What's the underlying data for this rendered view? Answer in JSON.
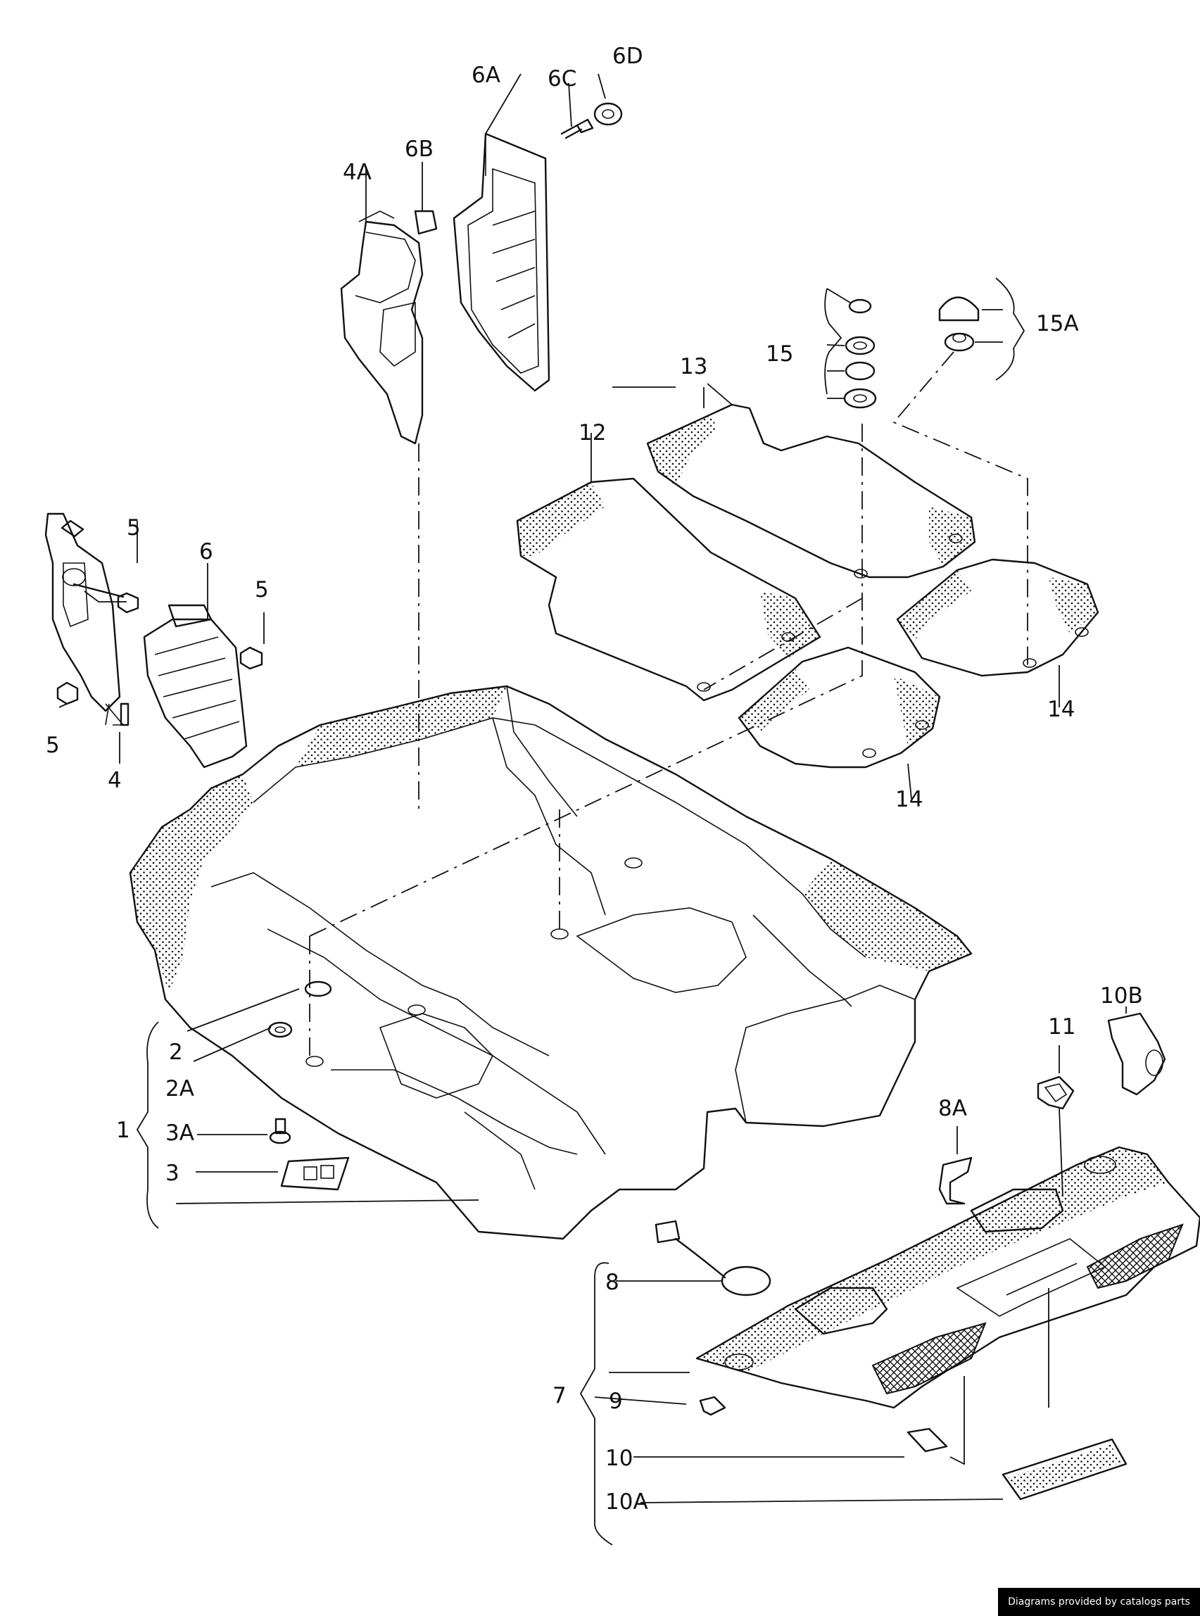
{
  "labels": {
    "l1": "1",
    "l2": "2",
    "l2A": "2A",
    "l3": "3",
    "l3A": "3A",
    "l4": "4",
    "l4A": "4A",
    "l5a": "5",
    "l5b": "5",
    "l5c": "5",
    "l6": "6",
    "l6A": "6A",
    "l6B": "6B",
    "l6C": "6C",
    "l6D": "6D",
    "l7": "7",
    "l8": "8",
    "l8A": "8A",
    "l9": "9",
    "l10": "10",
    "l10A": "10A",
    "l10B": "10B",
    "l11": "11",
    "l12": "12",
    "l13": "13",
    "l14a": "14",
    "l14b": "14",
    "l15": "15",
    "l15A": "15A"
  },
  "credit": "Diagrams provided by catalogs parts"
}
